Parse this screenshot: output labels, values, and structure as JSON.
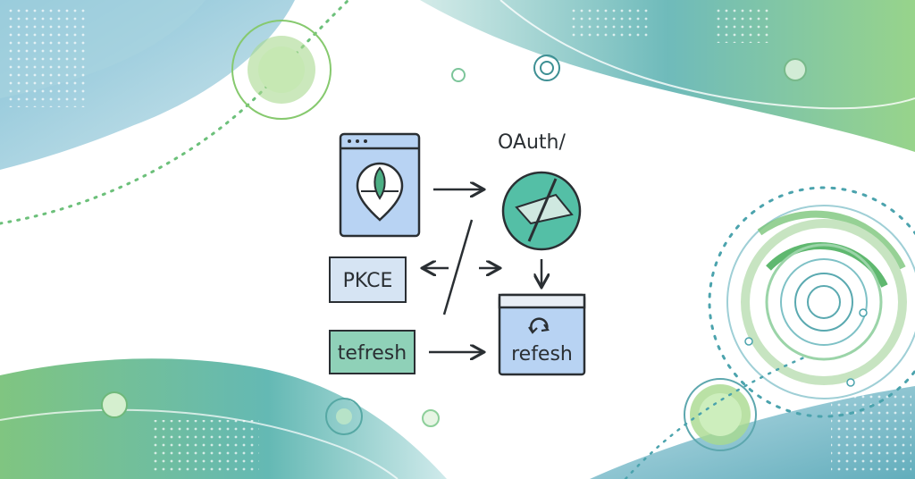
{
  "diagram": {
    "title": "OAuth/",
    "nodes": {
      "client_app": {
        "icon": "shield-rocket-icon"
      },
      "oauth_server": {
        "icon": "slash-diamond-icon"
      },
      "pkce": {
        "label": "PKCE"
      },
      "tefresh": {
        "label": "tefresh"
      },
      "refresh_window": {
        "label": "refesh",
        "icon": "refresh-icon"
      }
    },
    "edges": [
      {
        "from": "client_app",
        "to": "oauth_server"
      },
      {
        "from": "oauth_server",
        "to": "pkce"
      },
      {
        "from": "pkce",
        "to": "refresh_window"
      },
      {
        "from": "oauth_server",
        "to": "refresh_window"
      },
      {
        "from": "tefresh",
        "to": "refresh_window"
      }
    ]
  },
  "colors": {
    "node_fill_blue": "#b8d3f3",
    "node_fill_teal": "#54bfa6",
    "node_fill_light_blue": "#d6e4f3",
    "node_fill_green": "#8fd1b8",
    "stroke_dark": "#2a2f33",
    "bg_teal": "#5fb3b3",
    "bg_green": "#8ccf7e",
    "bg_blue": "#a9cbe0"
  }
}
